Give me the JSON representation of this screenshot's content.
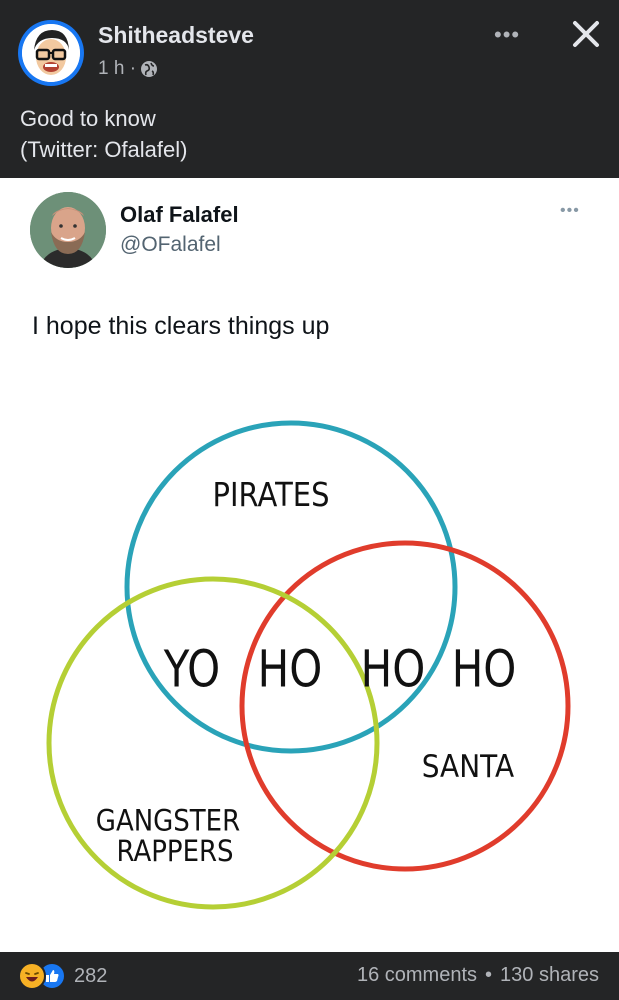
{
  "post": {
    "author": "Shitheadsteve",
    "time": "1 h ·",
    "caption_line1": "Good to know",
    "caption_line2": "(Twitter: Ofalafel)",
    "more_label": "•••",
    "close_label": "✕"
  },
  "tweet": {
    "name": "Olaf Falafel",
    "handle": "@OFalafel",
    "text": "I hope this clears things up",
    "more_label": "•••"
  },
  "venn": {
    "labels": {
      "pirates": "PIRATES",
      "santa": "SANTA",
      "gangster_line1": "GANGSTER",
      "gangster_line2": "RAPPERS"
    },
    "words": [
      "YO",
      "HO",
      "HO",
      "HO"
    ],
    "colors": {
      "pirates": "#2aa3b8",
      "santa": "#e03c2c",
      "gangster": "#b5cf35"
    }
  },
  "footer": {
    "reaction_count": "282",
    "comments": "16 comments",
    "separator": "•",
    "shares": "130 shares"
  },
  "icons": [
    "avatar",
    "globe-icon",
    "more-icon",
    "close-icon",
    "haha-reaction-icon",
    "like-reaction-icon"
  ]
}
